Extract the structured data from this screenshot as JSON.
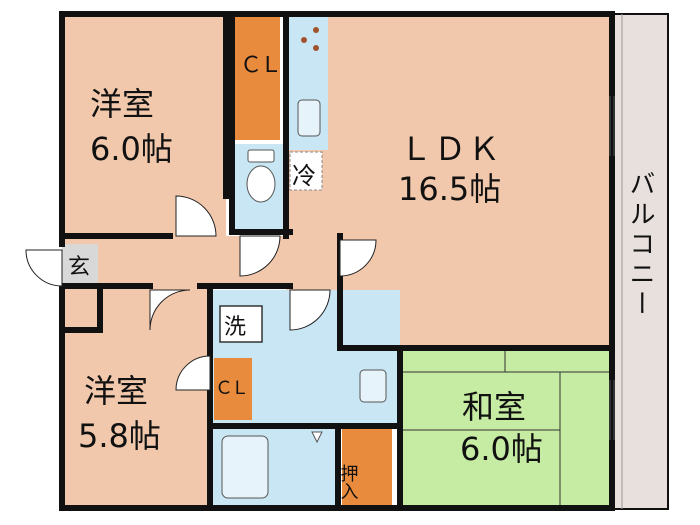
{
  "colors": {
    "room": "#f2c8ac",
    "wet": "#c9e6f5",
    "tatami": "#c6eba2",
    "closet": "#e88b3d",
    "balcony": "#e8e0dc",
    "entrance": "#d8d8d8",
    "wall": "#111111"
  },
  "rooms": {
    "western_top": {
      "name": "洋室",
      "size": "6.0帖"
    },
    "ldk": {
      "name": "ＬＤＫ",
      "size": "16.5帖"
    },
    "western_bottom": {
      "name": "洋室",
      "size": "5.8帖"
    },
    "washitsu": {
      "name": "和室",
      "size": "6.0帖"
    }
  },
  "labels": {
    "closet_top": "ＣＬ",
    "closet_bottom": "ＣＬ",
    "fridge": "冷",
    "entrance": "玄",
    "laundry": "洗",
    "oshiire": "押入",
    "balcony": "バルコニー"
  }
}
